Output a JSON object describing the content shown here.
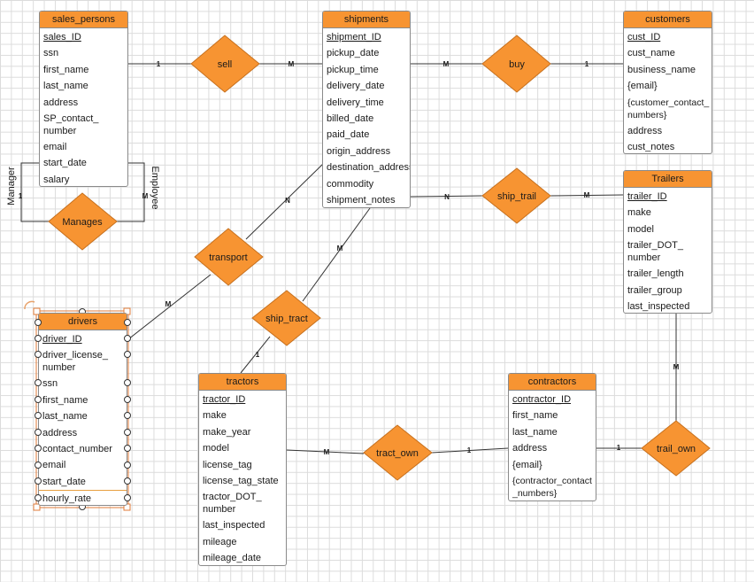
{
  "entities": {
    "sales_persons": {
      "title": "sales_persons",
      "attributes": [
        "sales_ID",
        "ssn",
        "first_name",
        "last_name",
        "address",
        "SP_contact_\nnumber",
        "email",
        "start_date",
        "salary"
      ]
    },
    "shipments": {
      "title": "shipments",
      "attributes": [
        "shipment_ID",
        "pickup_date",
        "pickup_time",
        "delivery_date",
        "delivery_time",
        "billed_date",
        "paid_date",
        "origin_address",
        "destination_address",
        "commodity",
        "shipment_notes"
      ]
    },
    "customers": {
      "title": "customers",
      "attributes": [
        "cust_ID",
        "cust_name",
        "business_name",
        "{email}",
        "{customer_contact_\nnumbers}",
        "address",
        "cust_notes"
      ]
    },
    "trailers": {
      "title": "Trailers",
      "attributes": [
        "trailer_ID",
        "make",
        "model",
        "trailer_DOT_\nnumber",
        "trailer_length",
        "trailer_group",
        "last_inspected"
      ]
    },
    "drivers": {
      "title": "drivers",
      "attributes": [
        "driver_ID",
        "driver_license_\nnumber",
        "ssn",
        "first_name",
        "last_name",
        "address",
        "contact_number",
        "email",
        "start_date",
        "hourly_rate"
      ]
    },
    "tractors": {
      "title": "tractors",
      "attributes": [
        "tractor_ID",
        "make",
        "make_year",
        "model",
        "license_tag",
        "license_tag_state",
        "tractor_DOT_\nnumber",
        "last_inspected",
        "mileage",
        "mileage_date"
      ]
    },
    "contractors": {
      "title": "contractors",
      "attributes": [
        "contractor_ID",
        "first_name",
        "last_name",
        "address",
        "{email}",
        "{contractor_contact\n_numbers}"
      ]
    }
  },
  "relationships": {
    "sell": "sell",
    "buy": "buy",
    "manages": "Manages",
    "ship_trail": "ship_trail",
    "transport": "transport",
    "ship_tract": "ship_tract",
    "tract_own": "tract_own",
    "trail_own": "trail_own"
  },
  "cardinalities": {
    "sell_sales": "1",
    "sell_ship": "M",
    "buy_ship": "M",
    "buy_cust": "1",
    "manages_mgr": "1",
    "manages_emp": "M",
    "shiptrail_ship": "N",
    "shiptrail_trailer": "M",
    "transport_ship": "N",
    "transport_driver": "M",
    "shiptract_ship": "M",
    "shiptract_tractor": "1",
    "tractown_tractor": "M",
    "tractown_contractor": "1",
    "trailown_trailer": "M",
    "trailown_contractor": "1"
  },
  "roles": {
    "manager": "Manager",
    "employee": "Employee"
  },
  "colors": {
    "entity_header": "#f79432",
    "relationship_fill": "#f79432",
    "line": "#333333",
    "grid": "#dcdcdc"
  }
}
